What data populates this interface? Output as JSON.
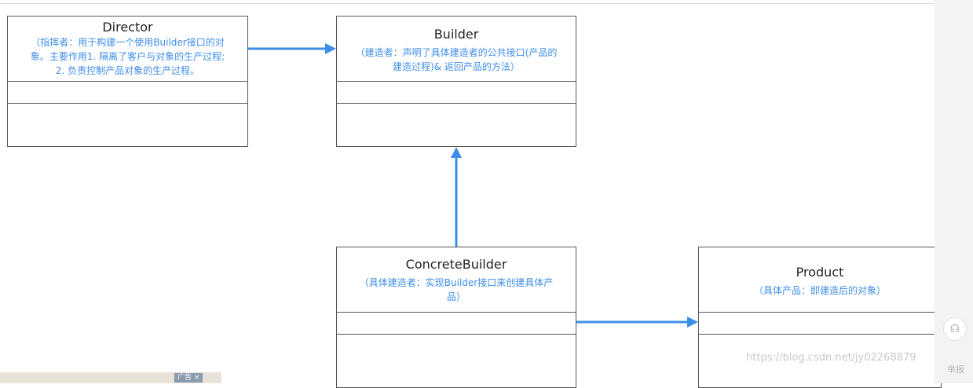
{
  "director": {
    "name": "Director",
    "desc_lines": [
      "（指挥者：用于构建一个使用Builder接口的对",
      "象。主要作用1. 隔离了客户与对象的生产过程;",
      "2. 负责控制产品对象的生产过程。"
    ]
  },
  "builder": {
    "name": "Builder",
    "desc_lines": [
      "（建造者：声明了具体建造者的公共接口(产品的",
      "建造过程)& 返回产品的方法）"
    ]
  },
  "concrete_builder": {
    "name": "ConcreteBuilder",
    "desc_lines": [
      "（具体建造者：实现Builder接口来创建具体产",
      "品）"
    ]
  },
  "product": {
    "name": "Product",
    "desc_lines": [
      "（具体产品：即建造后的对象）"
    ]
  },
  "watermark": "https://blog.csdn.net/jy02268879",
  "ad_label": "广告 ×",
  "side_label": "举报",
  "colors": {
    "accent": "#3d8ee8",
    "border": "#555555"
  }
}
